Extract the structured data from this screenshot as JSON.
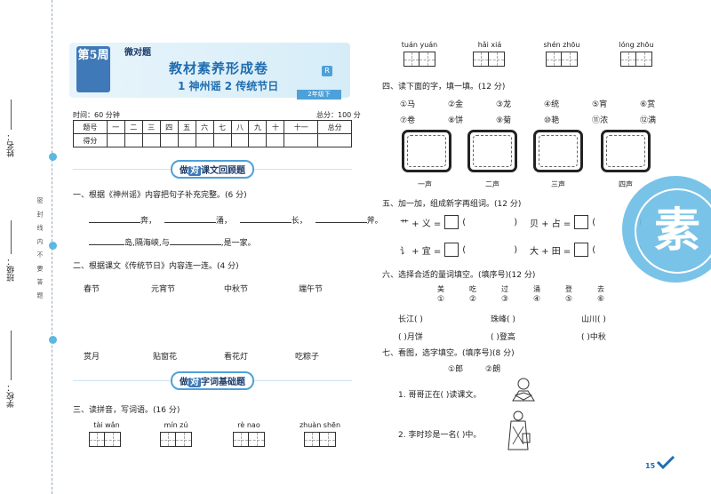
{
  "binding": {
    "name_label": "姓名：",
    "class_label": "班级：",
    "school_label": "学校：",
    "cut_chars": "密 封 线 内 不 要 答 题"
  },
  "header": {
    "week_badge": "第5周",
    "brand": "微对题",
    "title": "教材素养形成卷",
    "subtitle": "1 神州谣   2 传统节日",
    "edition_badge": "R",
    "grade_badge": "2年级下",
    "time": "时间：60 分钟",
    "total": "总分：100 分"
  },
  "score_table": {
    "row1": [
      "题号",
      "一",
      "二",
      "三",
      "四",
      "五",
      "六",
      "七",
      "八",
      "九",
      "十",
      "十一",
      "总分"
    ],
    "row2_label": "得分"
  },
  "left": {
    "banner1": {
      "pre": "做",
      "hl": "对",
      "rest": "课文回顾题"
    },
    "q1": {
      "title": "一、根据《神州谣》内容把句子补充完整。(6 分)",
      "line1": [
        "奔，",
        "涌，",
        "长，",
        "斧。"
      ],
      "line2a": "岛,隔海峡,与",
      "line2b": ",是一家。"
    },
    "q2": {
      "title": "二、根据课文《传统节日》内容连一连。(4 分)",
      "festivals": [
        "春节",
        "元宵节",
        "中秋节",
        "端午节"
      ],
      "activities": [
        "赏月",
        "贴窗花",
        "看花灯",
        "吃粽子"
      ]
    },
    "banner2": {
      "pre": "做",
      "hl": "对",
      "rest": "字词基础题"
    },
    "q3": {
      "title": "三、读拼音，写词语。(16 分)",
      "pinyin_left": [
        "tài wǎn",
        "mín zú",
        "rè nao",
        "zhuàn shēn"
      ]
    }
  },
  "right": {
    "pinyin_top": [
      "tuán yuán",
      "hǎi xiá",
      "shén zhōu",
      "lóng zhōu"
    ],
    "q4": {
      "title": "四、读下面的字，填一填。(12 分)",
      "row1": [
        "①马",
        "②金",
        "③龙",
        "④统",
        "⑤宵",
        "⑥赏"
      ],
      "row2": [
        "⑦卷",
        "⑧饼",
        "⑨菊",
        "⑩艳",
        "⑪浓",
        "⑫满"
      ],
      "tones": [
        "一声",
        "二声",
        "三声",
        "四声"
      ]
    },
    "q5": {
      "title": "五、加一加，组成新字再组词。(12 分)",
      "items": [
        "艹 + 义 =",
        "贝 + 占 =",
        "讠 + 宜 =",
        "大 + 田 ="
      ]
    },
    "q6": {
      "title": "六、选择合适的量词填空。(填序号)(12 分)",
      "words": [
        "美",
        "吃",
        "过",
        "涌",
        "登",
        "去"
      ],
      "nums": [
        "①",
        "②",
        "③",
        "④",
        "⑤",
        "⑥"
      ],
      "line1": [
        "长江(        )",
        "珠峰(        )",
        "山川(        )"
      ],
      "line2": [
        "(        )月饼",
        "(        )登高",
        "(        )中秋"
      ]
    },
    "q7": {
      "title": "七、看图，选字填空。(填序号)(8 分)",
      "options": [
        "①郎",
        "②朗"
      ],
      "s1": "1. 哥哥正在(        )读课文。",
      "s2": "2. 李时珍是一名(        )中。"
    },
    "stamp": "素",
    "page_number": "15"
  }
}
